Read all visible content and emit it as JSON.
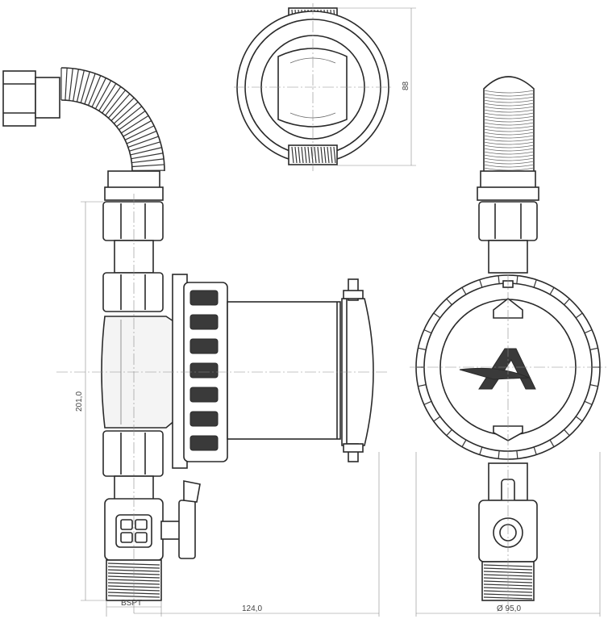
{
  "dimensions": {
    "top_height": "88",
    "total_height": "201,0",
    "width_side": "124,0",
    "thread": "BSPT",
    "diameter": "Ø 95,0"
  }
}
